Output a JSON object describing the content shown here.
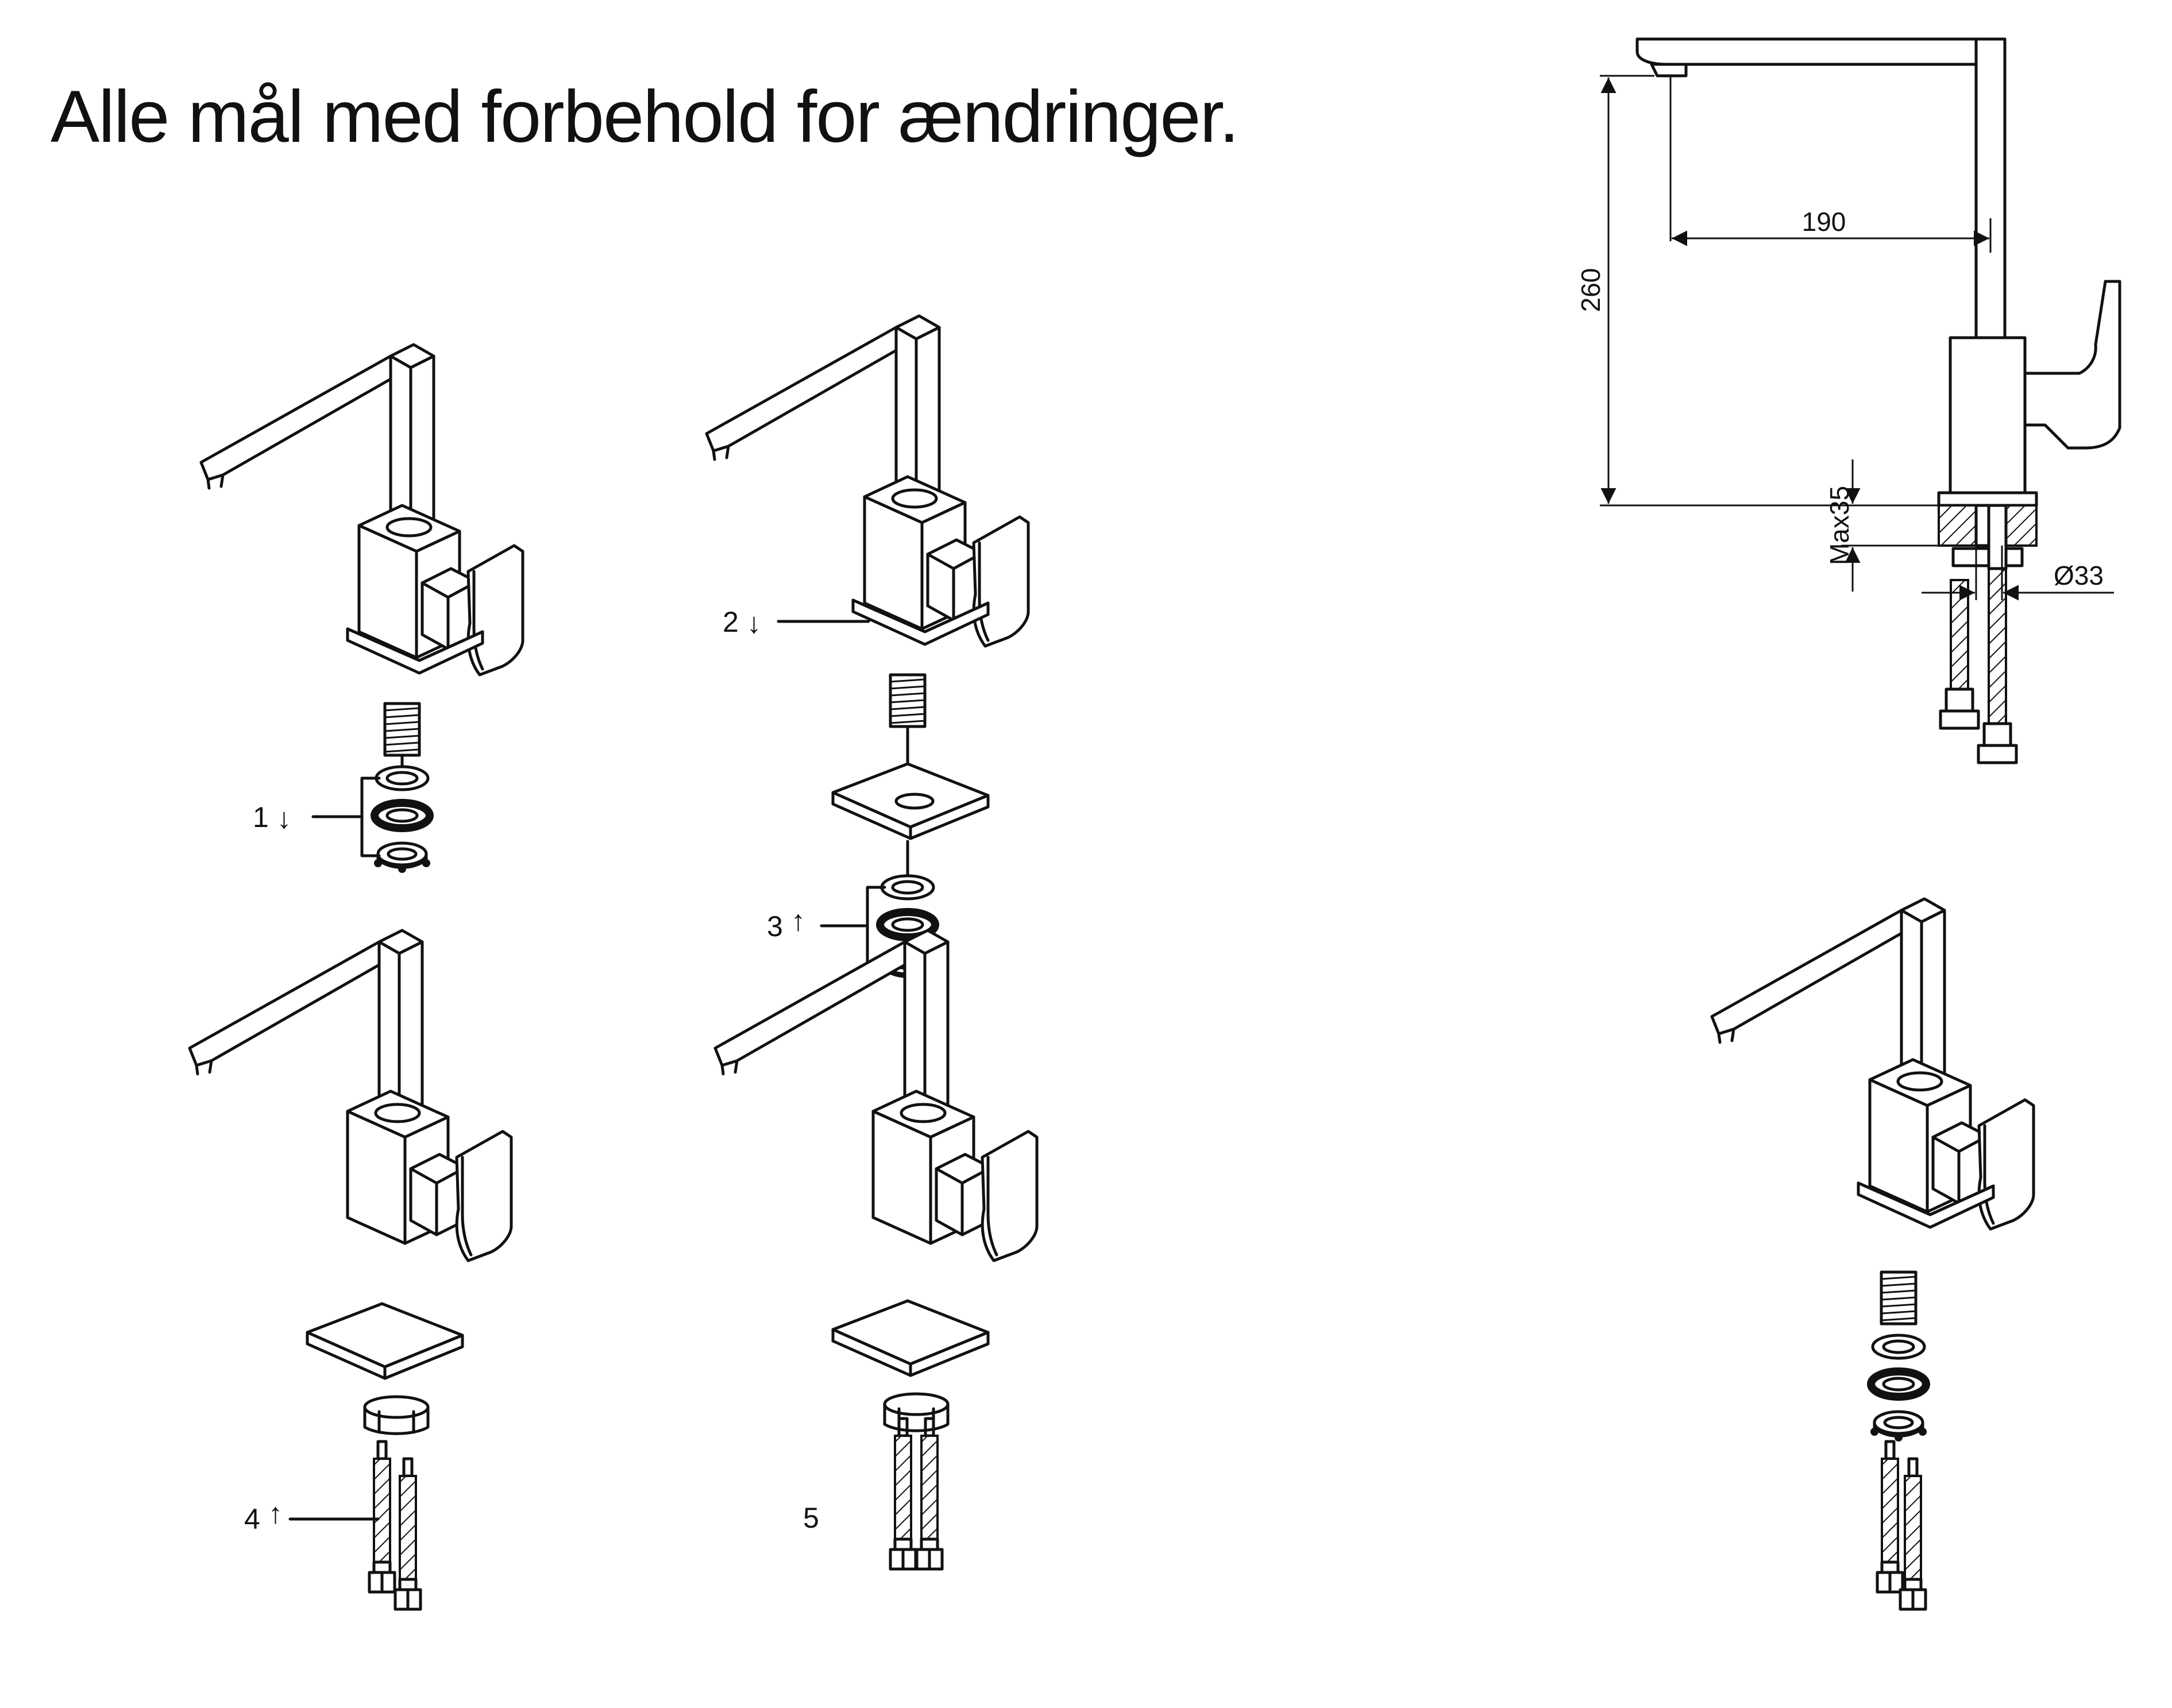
{
  "title": "Alle mål med forbehold for ændringer.",
  "dimensions": {
    "spout_reach": "190",
    "height": "260",
    "max_thickness": "Max35",
    "hole_diameter": "Ø33"
  },
  "steps": [
    {
      "number": "1",
      "arrow": "↓"
    },
    {
      "number": "2",
      "arrow": "↓"
    },
    {
      "number": "3",
      "arrow": "↑"
    },
    {
      "number": "4",
      "arrow": "↑"
    },
    {
      "number": "5",
      "arrow": ""
    }
  ]
}
